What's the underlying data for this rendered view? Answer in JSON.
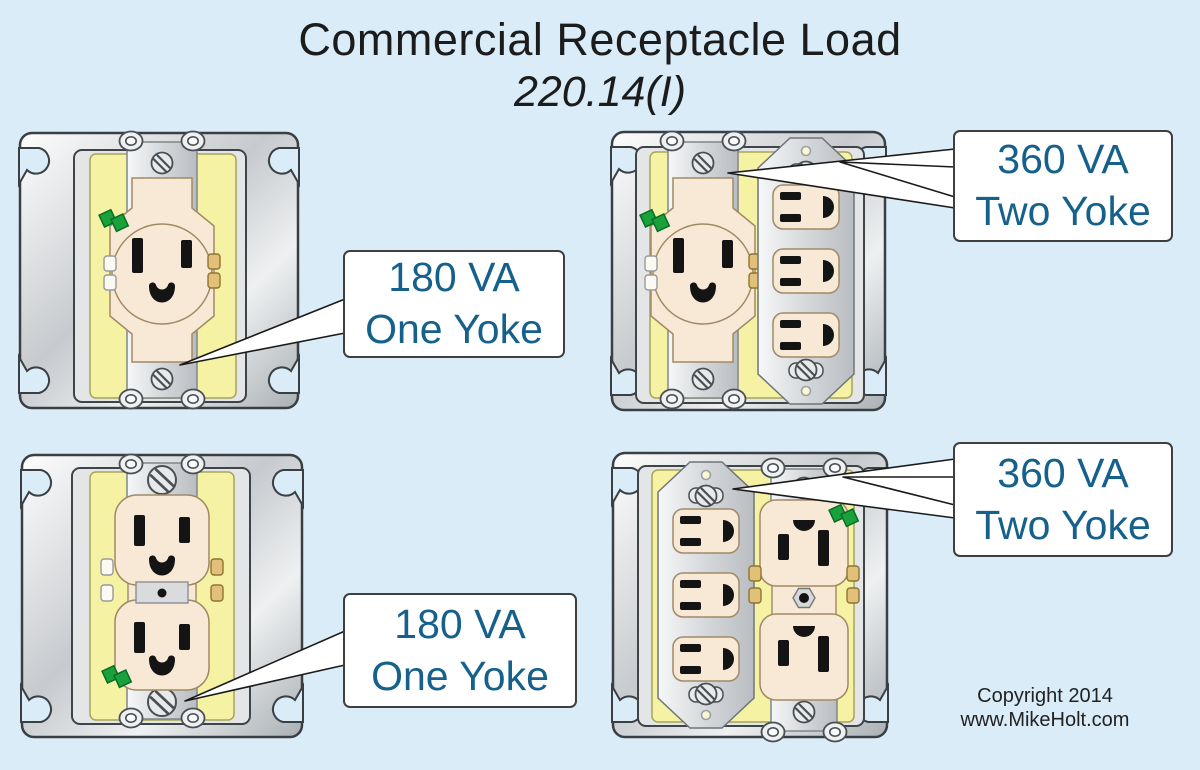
{
  "title": {
    "line1": "Commercial Receptacle Load",
    "line2": "220.14(I)"
  },
  "callouts": {
    "top_left": {
      "line1": "180 VA",
      "line2": "One Yoke"
    },
    "top_right": {
      "line1": "360 VA",
      "line2": "Two Yoke"
    },
    "bottom_left": {
      "line1": "180 VA",
      "line2": "One Yoke"
    },
    "bottom_right": {
      "line1": "360 VA",
      "line2": "Two Yoke"
    }
  },
  "footer": {
    "line1": "Copyright 2014",
    "line2": "www.MikeHolt.com"
  },
  "figures": {
    "top_left": "single-receptacle-on-4-square-box",
    "top_right": "single-receptacle-plus-triplex-on-4-square-box",
    "bottom_left": "duplex-receptacle-on-4-square-box",
    "bottom_right": "triplex-plus-duplex-on-4-square-box"
  },
  "colors": {
    "background": "#d9ecf8",
    "callout_text": "#15618c",
    "callout_border": "#3f3f3f",
    "title_text": "#1c1c1c",
    "metal_gray": "#c9ccce",
    "mud_ring_yellow": "#f6f2a4",
    "device_cream": "#f8e9d6",
    "slot_black": "#141414",
    "ground_screw_green": "#19a23b",
    "brass_terminal": "#e2c077"
  }
}
